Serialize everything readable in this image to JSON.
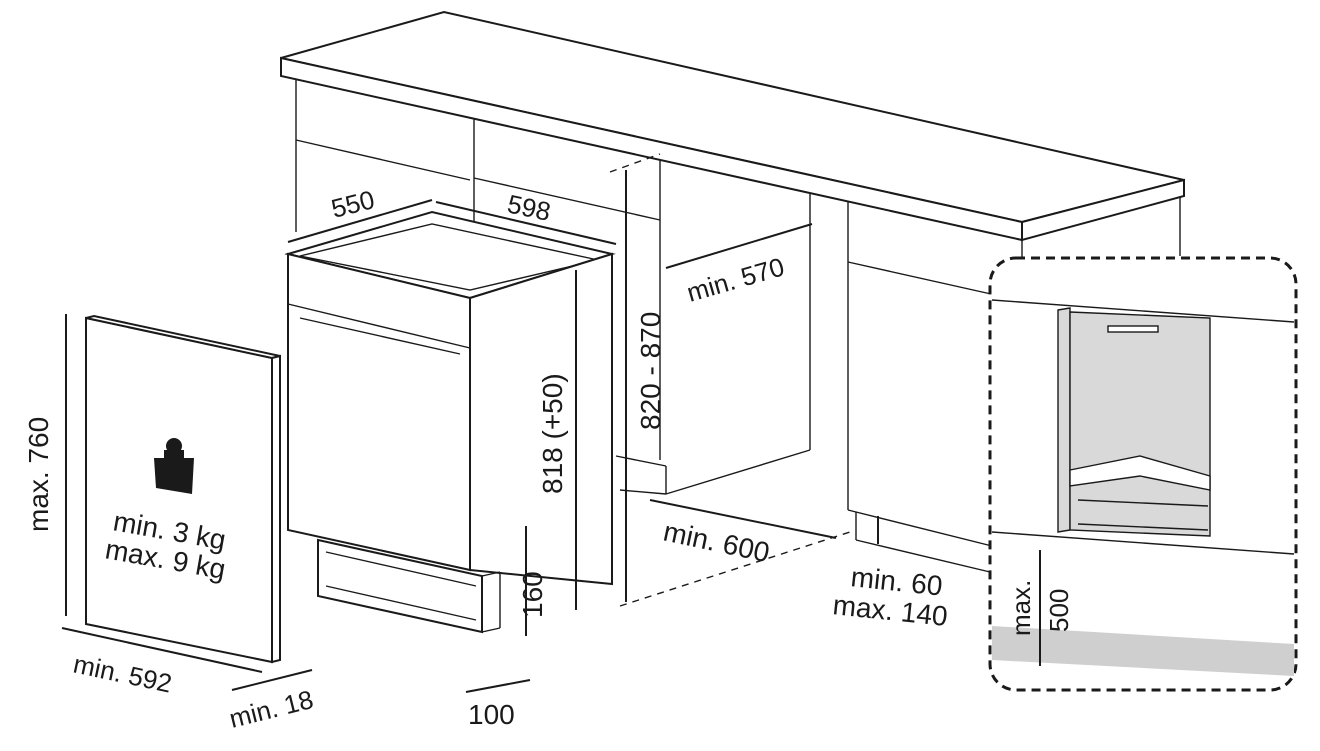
{
  "labels": {
    "depth": "550",
    "width": "598",
    "niche_height": "820 - 870",
    "niche_depth": "min. 570",
    "appliance_height": "818 (+50)",
    "plinth_height": "160",
    "plinth_depth": "100",
    "niche_width": "min. 600",
    "plinth_range_min": "min. 60",
    "plinth_range_max": "max. 140",
    "panel_height": "max. 760",
    "panel_width": "min. 592",
    "panel_thickness": "min. 18",
    "panel_weight_min": "min. 3 kg",
    "panel_weight_max": "max. 9 kg",
    "door_clearance_line1": "max.",
    "door_clearance_line2": "500"
  },
  "icons": {
    "weight": "weight-icon"
  }
}
